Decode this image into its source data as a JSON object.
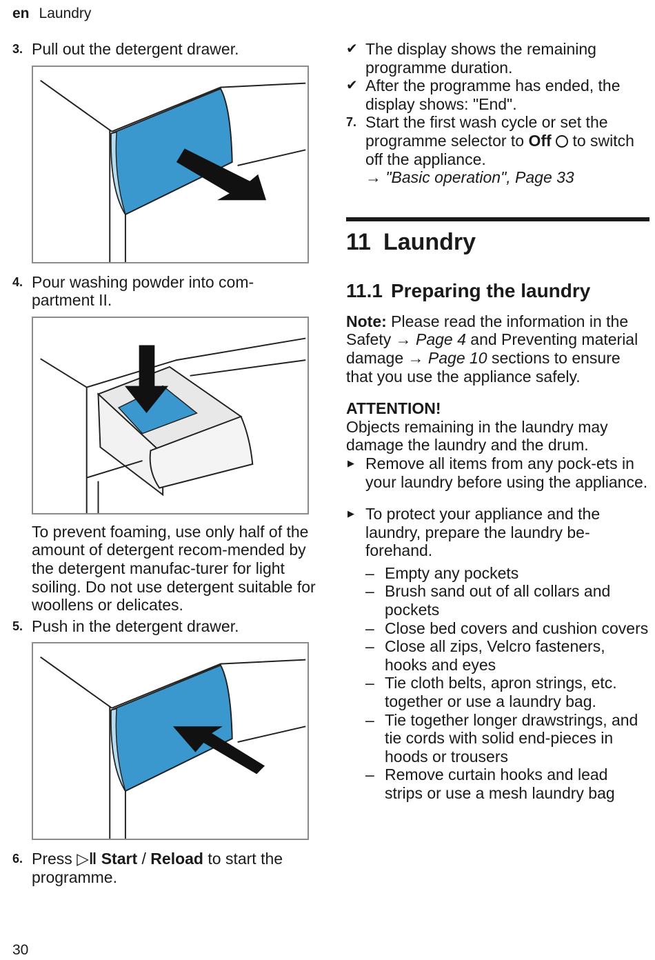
{
  "header": {
    "lang": "en",
    "section": "Laundry"
  },
  "left": {
    "step3": {
      "num": "3.",
      "text": "Pull out the detergent drawer."
    },
    "step4": {
      "num": "4.",
      "text": "Pour washing powder into com-partment II."
    },
    "foam": "To prevent foaming, use only half of the amount of detergent recom-mended by the detergent manufac-turer for light soiling. Do not use detergent suitable for woollens or delicates.",
    "step5": {
      "num": "5.",
      "text": "Push in the detergent drawer."
    },
    "step6": {
      "num": "6.",
      "pre": "Press",
      "icon": "▷‖",
      "start": "Start",
      "slash": "/",
      "reload": "Reload",
      "post": "to start the programme."
    }
  },
  "right": {
    "check1": "The display shows the remaining programme duration.",
    "check2": "After the programme has ended, the display shows: \"End\".",
    "step7": {
      "num": "7.",
      "pre": "Start the first wash cycle or set the programme selector to",
      "off": "Off",
      "post": "to switch off the appliance.",
      "ref": "→ \"Basic operation\", Page 33"
    },
    "chapter": {
      "num": "11",
      "title": "Laundry"
    },
    "section": {
      "num": "11.1",
      "title": "Preparing the laundry"
    },
    "note": {
      "label": "Note:",
      "t1": "Please read the information in the Safety →",
      "p1": "Page 4",
      "t2": "and Preventing material damage →",
      "p2": "Page 10",
      "t3": "sections to ensure that you use the appliance safely."
    },
    "attention": {
      "label": "ATTENTION!",
      "text": "Objects remaining in the laundry may damage the laundry and the drum."
    },
    "bullet1": "Remove all items from any pock-ets in your laundry before using the appliance.",
    "bullet2": "To protect your appliance and the laundry, prepare the laundry be-forehand.",
    "dashes": [
      "Empty any pockets",
      "Brush sand out of all collars and pockets",
      "Close bed covers and cushion covers",
      "Close all zips, Velcro fasteners, hooks and eyes",
      "Tie cloth belts, apron strings, etc. together or use a laundry bag.",
      "Tie together longer drawstrings, and tie cords with solid end-pieces in hoods or trousers",
      "Remove curtain hooks and lead strips or use a mesh laundry bag"
    ]
  },
  "footer": {
    "page": "30"
  },
  "colors": {
    "drawer_blue": "#3a98cf",
    "drawer_edge": "#b5dbee",
    "text": "#1a1a1a"
  }
}
